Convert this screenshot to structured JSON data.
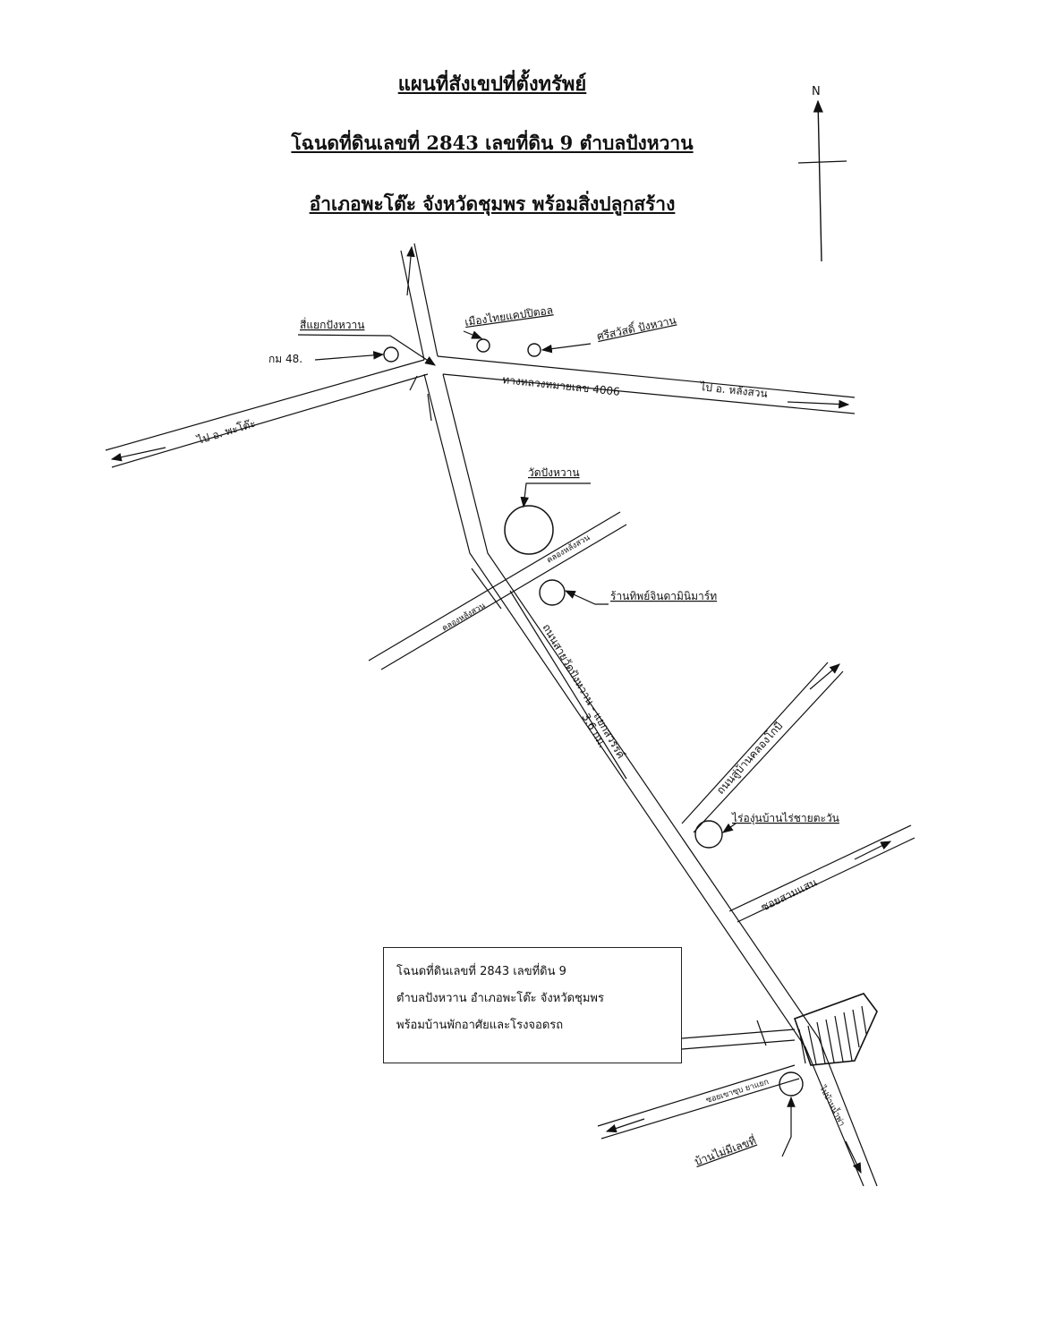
{
  "title": "แผนที่สังเขปที่ตั้งทรัพย์",
  "subtitle_line1": "โฉนดที่ดินเลขที่  2843 เลขที่ดิน  9  ตำบลปังหวาน",
  "subtitle_line2": "อำเภอพะโต๊ะ จังหวัดชุมพร  พร้อมสิ่งปลูกสร้าง",
  "north_label": "N",
  "landmarks": {
    "junction": "สี่แยกปังหวาน",
    "km": "กม 48.",
    "muang_thai": "เมืองไทยแคปปิตอล",
    "sri_sawat": "ศรีสวัสดิ์ ปังหวาน",
    "wat": "วัดปังหวาน",
    "shop": "ร้านทิพย์จินดามินิมาร์ท",
    "vineyard": "ไร่องุ่นบ้านไร่ชายตะวัน",
    "no_number_house": "บ้านไม่มีเลขที่"
  },
  "roads": {
    "highway": "ทางหลวงหมายเลข 4006",
    "to_lang_suan": "ไป อ. หลังสวน",
    "to_phato": "ไป อ. พะโต๊ะ",
    "main_road": "ถนนสายวัดปังหวาน - แยกสวรรค์",
    "distance": "3.6 กม.",
    "canal_1": "คลองหลังสวน",
    "canal_2": "คลองหลังสวน",
    "khlong_khiri_road": "ถนนสู่บ้านคลองโกบี",
    "soi_sam_saen": "ซอยสามแสน",
    "soi_khao_sub": "ซอยเขาซุบ ยาแยก",
    "to_ban_nam": "ไปบ้านน้ำพ่า"
  },
  "infobox": {
    "line1": "โฉนดที่ดินเลขที่ 2843  เลขที่ดิน 9",
    "line2": "ตำบลปังหวาน  อำเภอพะโต๊ะ  จังหวัดชุมพร",
    "line3": "พร้อมบ้านพักอาศัยและโรงจอดรถ"
  }
}
